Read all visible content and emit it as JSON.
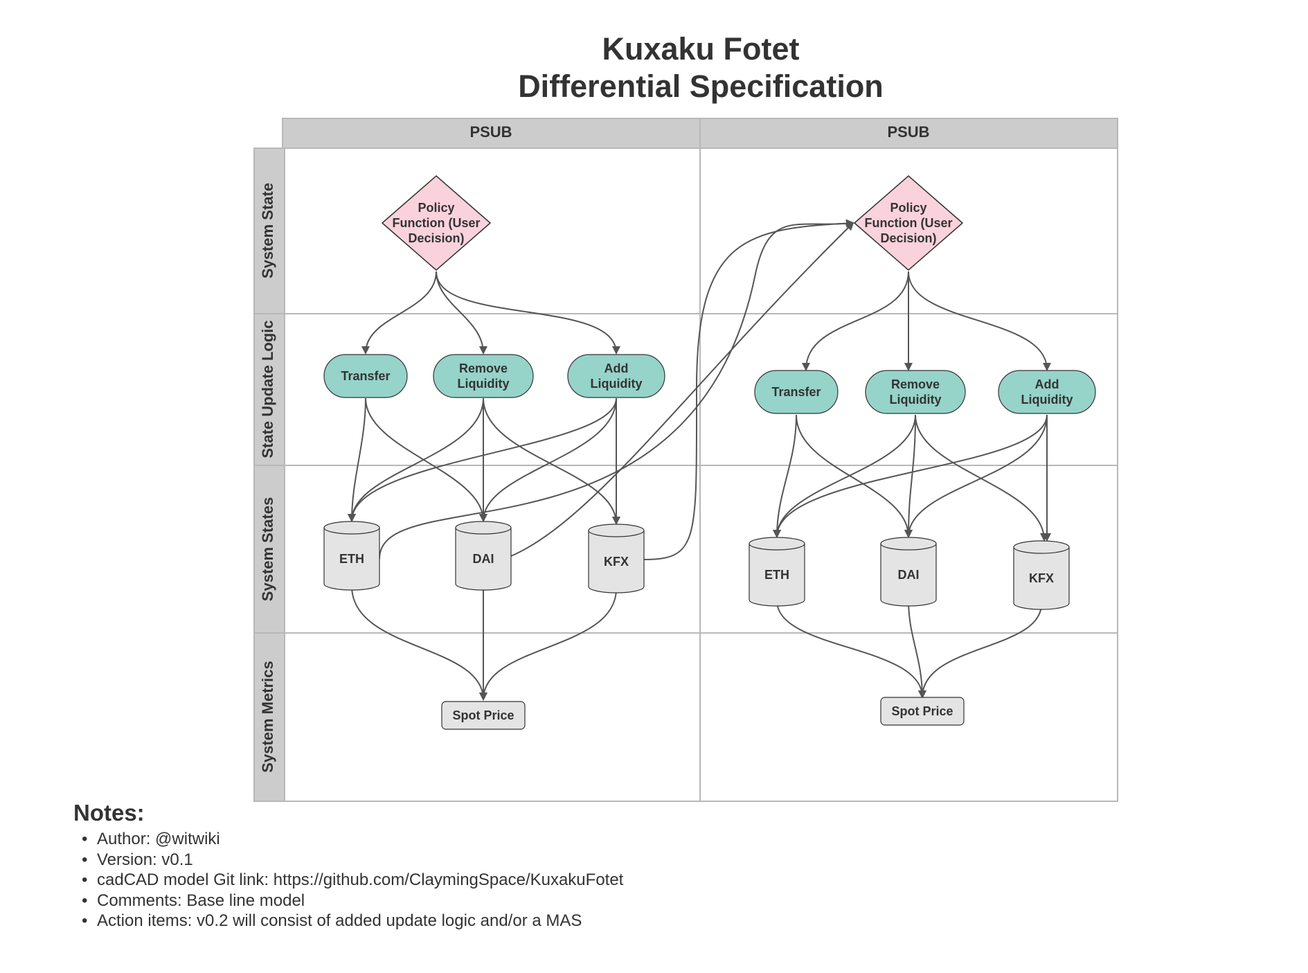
{
  "title": {
    "line1": "Kuxaku Fotet",
    "line2": "Differential Specification"
  },
  "columns": [
    "PSUB",
    "PSUB"
  ],
  "lanes": [
    "System State",
    "State Update Logic",
    "System States",
    "System Metrics"
  ],
  "blocks": [
    {
      "policy": [
        "Policy",
        "Function (User",
        "Decision)"
      ],
      "update_logic": [
        {
          "name": "transfer",
          "lines": [
            "Transfer"
          ]
        },
        {
          "name": "remove-liquidity",
          "lines": [
            "Remove",
            "Liquidity"
          ]
        },
        {
          "name": "add-liquidity",
          "lines": [
            "Add",
            "Liquidity"
          ]
        }
      ],
      "states": [
        "ETH",
        "DAI",
        "KFX"
      ],
      "metric": "Spot Price"
    },
    {
      "policy": [
        "Policy",
        "Function (User",
        "Decision)"
      ],
      "update_logic": [
        {
          "name": "transfer",
          "lines": [
            "Transfer"
          ]
        },
        {
          "name": "remove-liquidity",
          "lines": [
            "Remove",
            "Liquidity"
          ]
        },
        {
          "name": "add-liquidity",
          "lines": [
            "Add",
            "Liquidity"
          ]
        }
      ],
      "states": [
        "ETH",
        "DAI",
        "KFX"
      ],
      "metric": "Spot Price"
    }
  ],
  "colors": {
    "policy_fill": "#f9d2dc",
    "update_fill": "#96d3c9",
    "state_fill": "#e4e4e4",
    "header_fill": "#cccccc",
    "grid_line": "#b8b8b8",
    "edge": "#555555",
    "text": "#333333"
  },
  "notes": {
    "title": "Notes:",
    "items": [
      "Author: @witwiki",
      "Version: v0.1",
      "cadCAD model Git link: https://github.com/ClaymingSpace/KuxakuFotet",
      "Comments: Base line model",
      "Action items: v0.2 will consist of added update logic and/or a MAS"
    ]
  }
}
